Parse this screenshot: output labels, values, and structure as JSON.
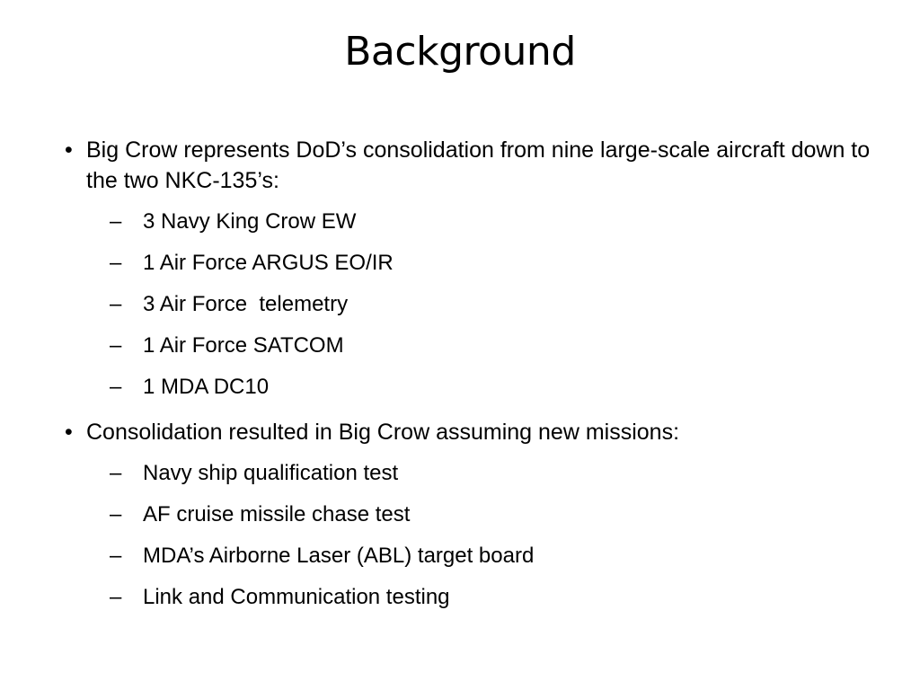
{
  "slide": {
    "title": "Background",
    "groups": [
      {
        "bullet": "Big Crow represents DoD’s consolidation from nine large-scale aircraft down to the two NKC-135’s:",
        "items": [
          "3 Navy King Crow EW",
          "1 Air Force ARGUS EO/IR",
          "3 Air Force  telemetry",
          "1 Air Force SATCOM",
          "1 MDA DC10"
        ]
      },
      {
        "bullet": "Consolidation resulted in Big Crow assuming new missions:",
        "items": [
          "Navy ship qualification test",
          "AF cruise missile chase test",
          "MDA’s Airborne Laser (ABL) target board",
          "Link and Communication testing"
        ]
      }
    ],
    "bullet_glyph": "•",
    "sub_glyph": "–"
  }
}
